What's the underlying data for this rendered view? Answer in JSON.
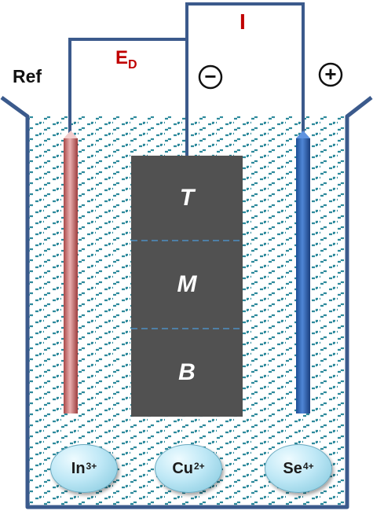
{
  "labels": {
    "ref": "Ref",
    "ed_main": "E",
    "ed_sub": "D",
    "current": "I",
    "minus": "−",
    "plus": "+"
  },
  "zones": [
    "T",
    "M",
    "B"
  ],
  "ions": [
    {
      "base": "In",
      "charge": "3+"
    },
    {
      "base": "Cu",
      "charge": "2+"
    },
    {
      "base": "Se",
      "charge": "4+"
    }
  ],
  "colors": {
    "wire": "#3b5a8c",
    "label_red": "#c00000",
    "electrolyte": "#2e8a9c",
    "sample": "#515151",
    "ref_electrode": "#c66a6a",
    "counter_electrode": "#2e5fa8"
  }
}
